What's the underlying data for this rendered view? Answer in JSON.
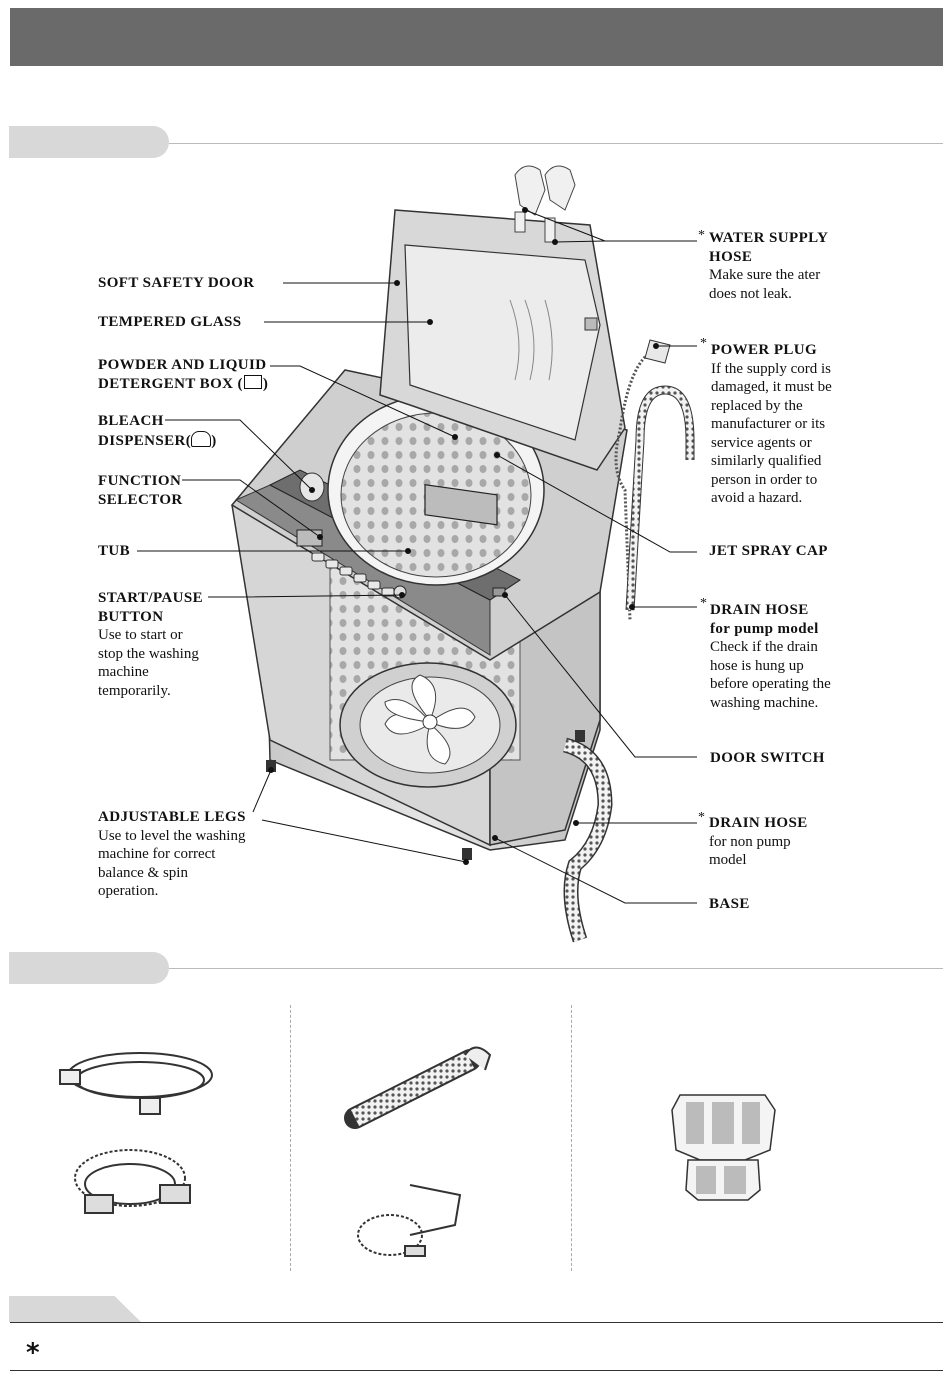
{
  "labels_left": [
    {
      "id": "soft-safety-door",
      "title": "SOFT SAFETY DOOR"
    },
    {
      "id": "tempered-glass",
      "title": "TEMPERED GLASS"
    },
    {
      "id": "detergent-box",
      "title": "POWDER AND LIQUID",
      "title2": "DETERGENT BOX (",
      "title2_end": ")"
    },
    {
      "id": "bleach-dispenser",
      "title": "BLEACH",
      "title2": "DISPENSER(",
      "title2_end": ")"
    },
    {
      "id": "function-selector",
      "title": "FUNCTION",
      "title2": "SELECTOR"
    },
    {
      "id": "tub",
      "title": "TUB"
    },
    {
      "id": "start-pause-button",
      "title": "START/PAUSE",
      "title2": "BUTTON",
      "desc": [
        "Use to start or",
        "stop the washing",
        "machine",
        "temporarily."
      ]
    },
    {
      "id": "adjustable-legs",
      "title": "ADJUSTABLE LEGS",
      "desc": [
        "Use to level the washing",
        "machine for correct",
        "balance & spin",
        "operation."
      ]
    }
  ],
  "labels_right": [
    {
      "id": "water-supply-hose",
      "title": "WATER SUPPLY",
      "title2": "HOSE",
      "desc": [
        "Make sure the ater",
        "does not leak."
      ]
    },
    {
      "id": "power-plug",
      "title": "POWER PLUG",
      "desc": [
        "If the supply cord is",
        "damaged, it must be",
        "replaced by the",
        "manufacturer or its",
        "service agents or",
        "similarly qualified",
        "person in order to",
        "avoid a hazard."
      ]
    },
    {
      "id": "jet-spray-cap",
      "title": "JET SPRAY CAP"
    },
    {
      "id": "drain-hose-pump",
      "title": "DRAIN HOSE",
      "title2": "for pump model",
      "desc": [
        "Check if the drain",
        "hose is hung up",
        "before operating the",
        "washing machine."
      ]
    },
    {
      "id": "door-switch",
      "title": "DOOR SWITCH"
    },
    {
      "id": "drain-hose-non-pump",
      "desc": [
        "for non pump",
        "model"
      ],
      "title": "DRAIN HOSE"
    },
    {
      "id": "base",
      "title": "BASE"
    }
  ],
  "asterisk": "*",
  "icons": {
    "detergent": "detergent-box-icon",
    "bleach": "cl-bleach-icon"
  }
}
